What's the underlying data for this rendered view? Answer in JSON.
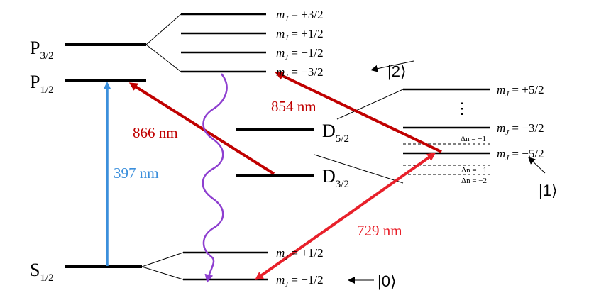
{
  "levels": {
    "p32": {
      "main": "P",
      "sub": "3/2"
    },
    "p12": {
      "main": "P",
      "sub": "1/2"
    },
    "d52": {
      "main": "D",
      "sub": "5/2"
    },
    "d32": {
      "main": "D",
      "sub": "3/2"
    },
    "s12": {
      "main": "S",
      "sub": "1/2"
    }
  },
  "sublevels": {
    "p": [
      "+3/2",
      "+1/2",
      "−1/2",
      "−3/2"
    ],
    "d": [
      "+5/2",
      "−3/2",
      "−5/2"
    ],
    "s": [
      "+1/2",
      "−1/2"
    ]
  },
  "mj_symbol": "m",
  "mj_subscript": "J",
  "mj_equals": " = ",
  "ellipsis": "⋮",
  "delta_n": [
    "Δn = +1",
    "Δn = −1",
    "Δn = −2"
  ],
  "transitions": {
    "t397": {
      "label": "397 nm",
      "color": "#3b8fdc"
    },
    "t866": {
      "label": "866 nm",
      "color": "#c00000"
    },
    "t854": {
      "label": "854 nm",
      "color": "#c00000"
    },
    "t729": {
      "label": "729 nm",
      "color": "#e8202a"
    },
    "decay": {
      "color": "#8e3fd0"
    }
  },
  "states": {
    "s0": "|0⟩",
    "s1": "|1⟩",
    "s2": "|2⟩"
  }
}
